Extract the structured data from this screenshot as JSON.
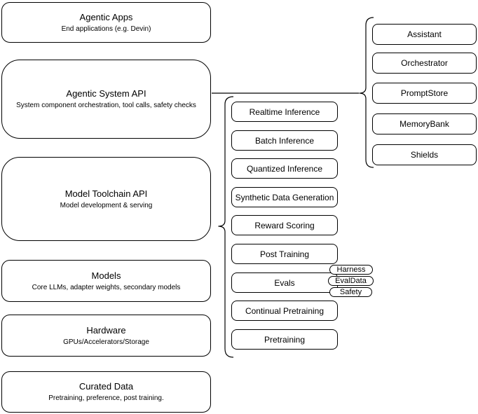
{
  "colors": {
    "stroke": "#000000",
    "background": "#ffffff",
    "text": "#000000"
  },
  "left_stack": [
    {
      "title": "Agentic Apps",
      "subtitle": "End applications (e.g. Devin)"
    },
    {
      "title": "Agentic System API",
      "subtitle": "System component orchestration, tool calls, safety checks"
    },
    {
      "title": "Model Toolchain API",
      "subtitle": "Model development & serving"
    },
    {
      "title": "Models",
      "subtitle": "Core LLMs, adapter weights, secondary models"
    },
    {
      "title": "Hardware",
      "subtitle": "GPUs/Accelerators/Storage"
    },
    {
      "title": "Curated Data",
      "subtitle": "Pretraining, preference, post training."
    }
  ],
  "toolchain_items": [
    "Realtime Inference",
    "Batch Inference",
    "Quantized Inference",
    "Synthetic Data Generation",
    "Reward Scoring",
    "Post Training",
    "Evals",
    "Continual Pretraining",
    "Pretraining"
  ],
  "evals_tags": [
    "Harness",
    "EvalData",
    "Safety"
  ],
  "system_components": [
    "Assistant",
    "Orchestrator",
    "PromptStore",
    "MemoryBank",
    "Shields"
  ]
}
